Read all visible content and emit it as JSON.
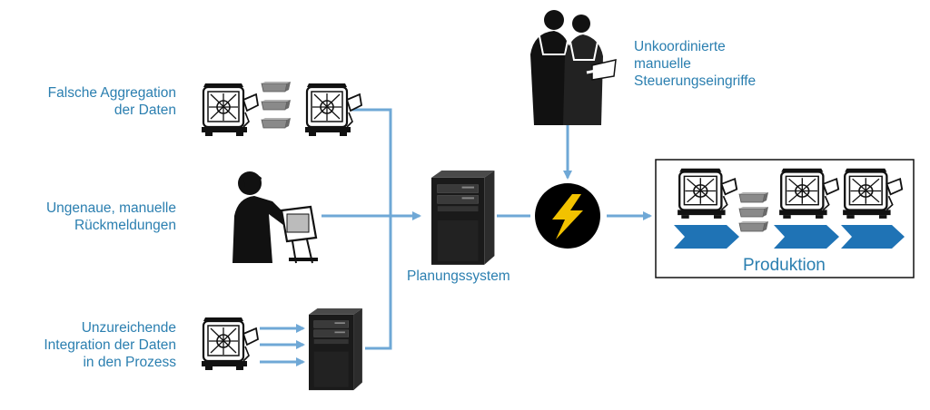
{
  "issues": {
    "aggregation": [
      "Falsche Aggregation",
      "der Daten"
    ],
    "feedback": [
      "Ungenaue, manuelle",
      "Rückmeldungen"
    ],
    "integration": [
      "Unzureichende",
      "Integration der Daten",
      "in den Prozess"
    ],
    "intervention": [
      "Unkoordinierte",
      "manuelle",
      "Steuerungseingriffe"
    ]
  },
  "planning_system_label": "Planungssystem",
  "production_label": "Produktion",
  "colors": {
    "text": "#2b7fb0",
    "connector": "#6fa8d6",
    "chevron": "#1f73b5",
    "warning_circle": "#000000",
    "lightning": "#f2c200"
  },
  "icons": [
    "machine-icon",
    "tray-stack-icon",
    "worker-at-terminal-icon",
    "server-tower-icon",
    "two-workers-icon",
    "lightning-warning-icon",
    "process-chevron-icon"
  ]
}
